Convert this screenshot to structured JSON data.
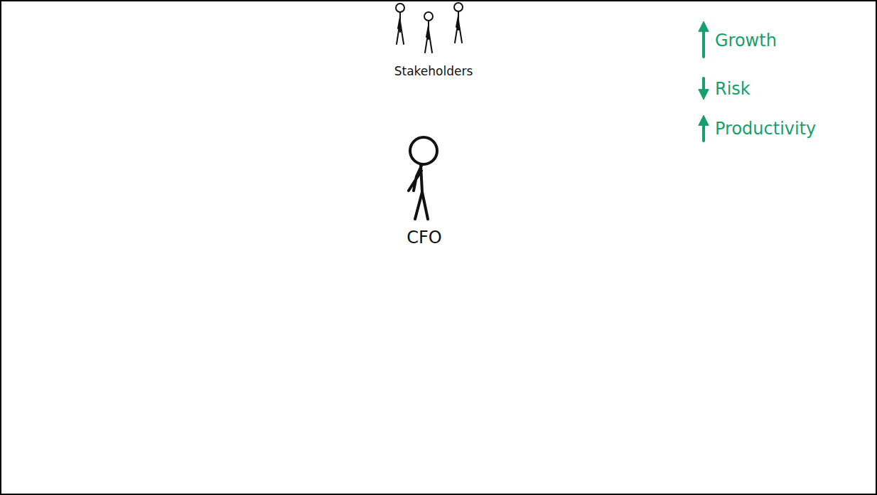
{
  "diagram": {
    "labels": [
      "Stakeholders",
      "CFO",
      "Growth",
      "Risk",
      "Productivity"
    ]
  }
}
